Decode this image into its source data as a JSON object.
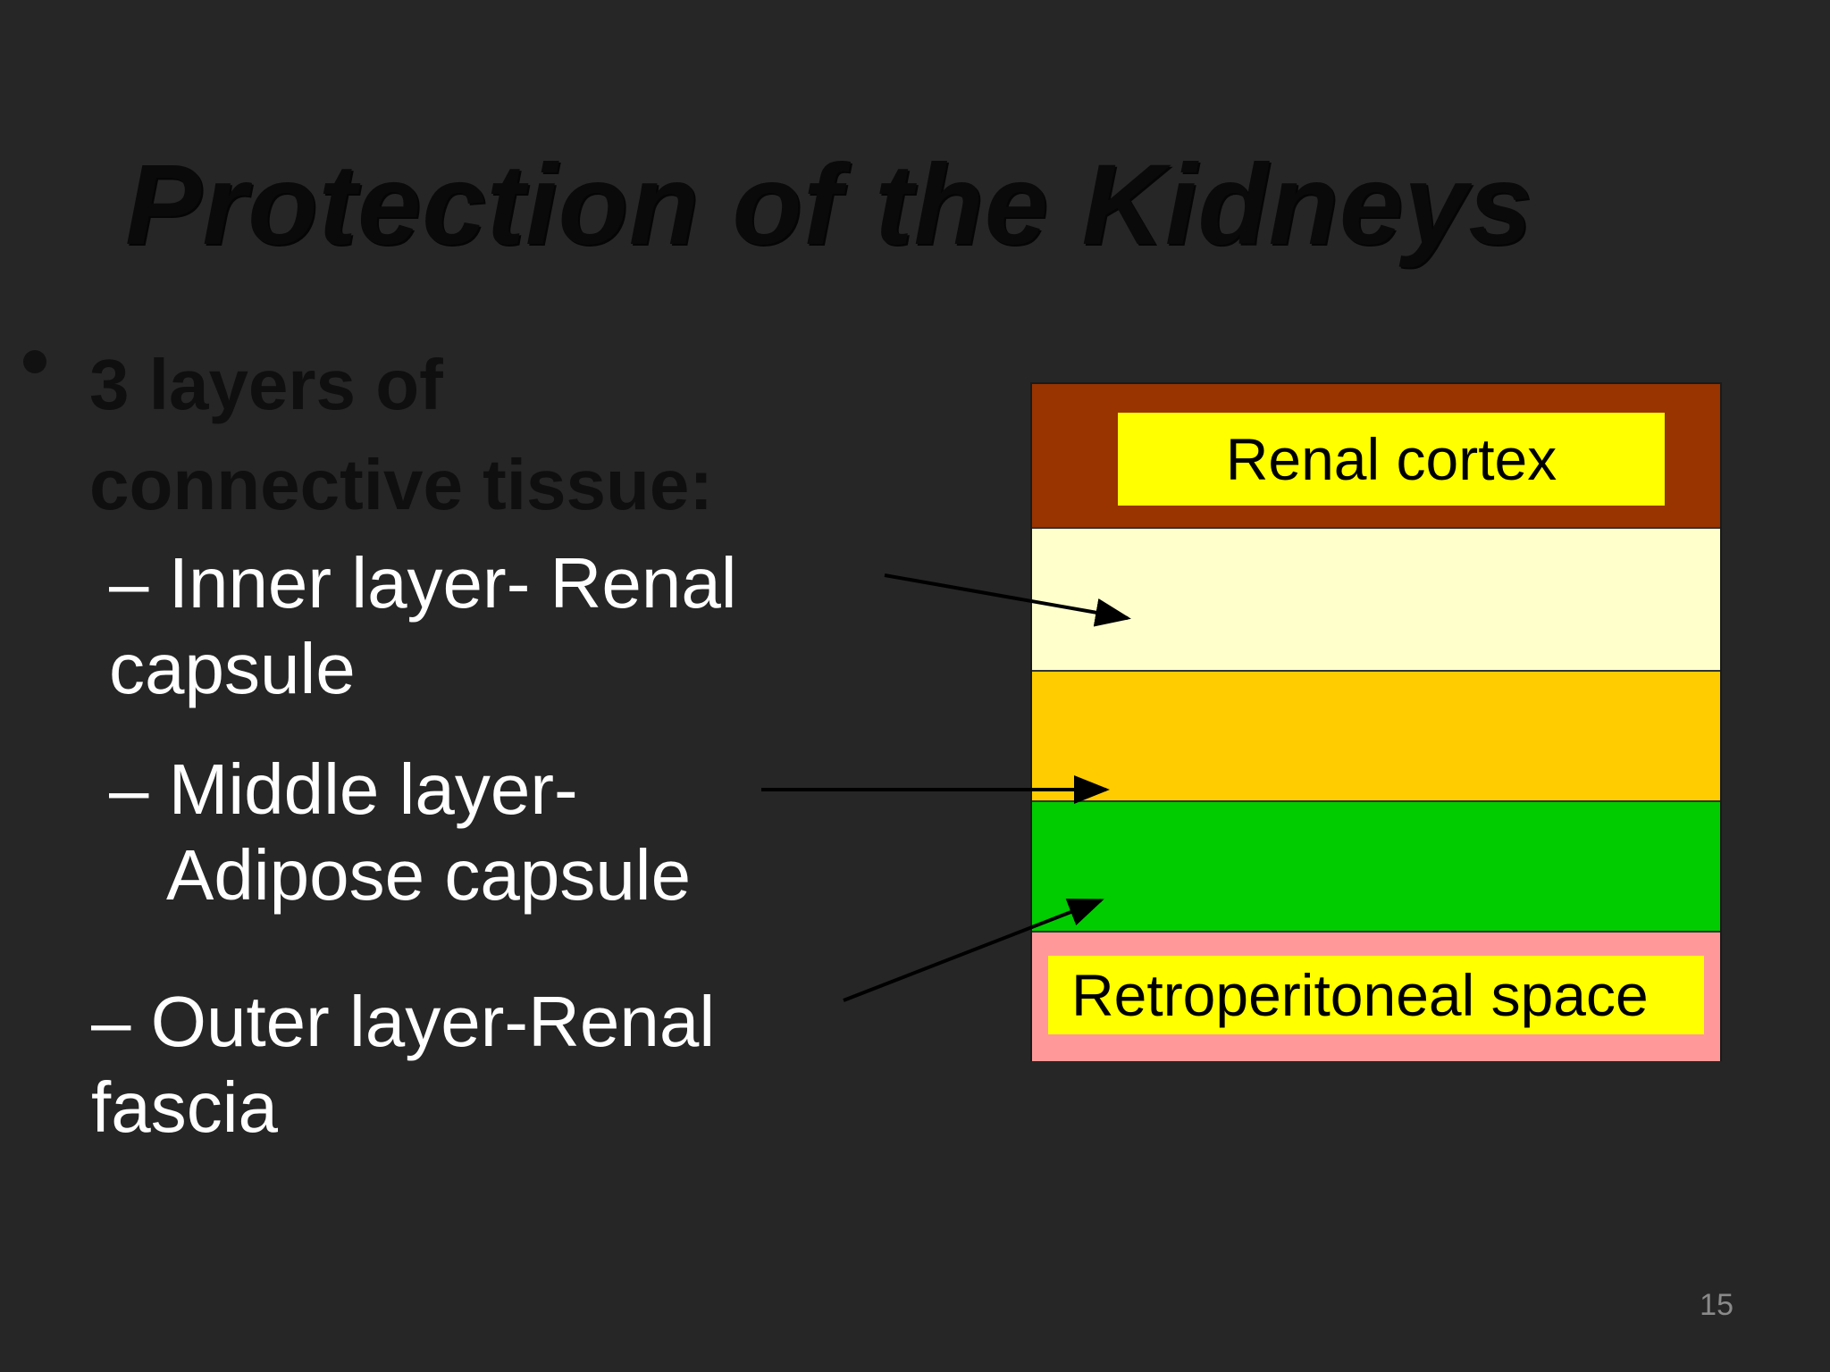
{
  "slide": {
    "title": "Protection of the Kidneys",
    "bullet": {
      "line1": "3 layers of",
      "line2": "connective  tissue:"
    },
    "sub_items": {
      "inner": {
        "line1": "– Inner layer- Renal",
        "line2": "capsule"
      },
      "middle": {
        "line1": "– Middle layer-",
        "line2": "Adipose  capsule"
      },
      "outer": {
        "line1": "– Outer layer-Renal",
        "line2": "fascia"
      }
    },
    "diagram": {
      "top_label": "Renal cortex",
      "bottom_label": "Retroperitoneal space",
      "layer_colors": {
        "cortex": "#993300",
        "capsule": "#ffffcc",
        "adipose": "#ffcc00",
        "fascia": "#00cc00",
        "retroperitoneal": "#ff9999",
        "label_background": "#ffff00"
      }
    },
    "page_number": "15"
  }
}
